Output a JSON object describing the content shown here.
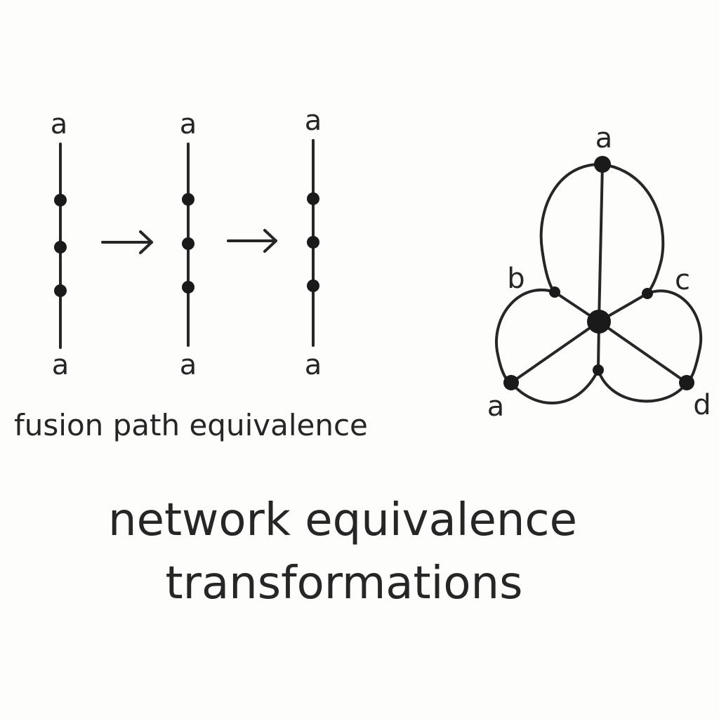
{
  "fusion_paths": {
    "top_labels": [
      "a",
      "a",
      "a"
    ],
    "bottom_labels": [
      "a",
      "a",
      "a"
    ],
    "caption": "fusion path equivalence"
  },
  "network": {
    "labels": {
      "top": "a",
      "left": "b",
      "right": "c",
      "bottom_left": "a",
      "bottom_right": "d"
    }
  },
  "title": {
    "line1": "network equivalence",
    "line2": "transformations"
  }
}
